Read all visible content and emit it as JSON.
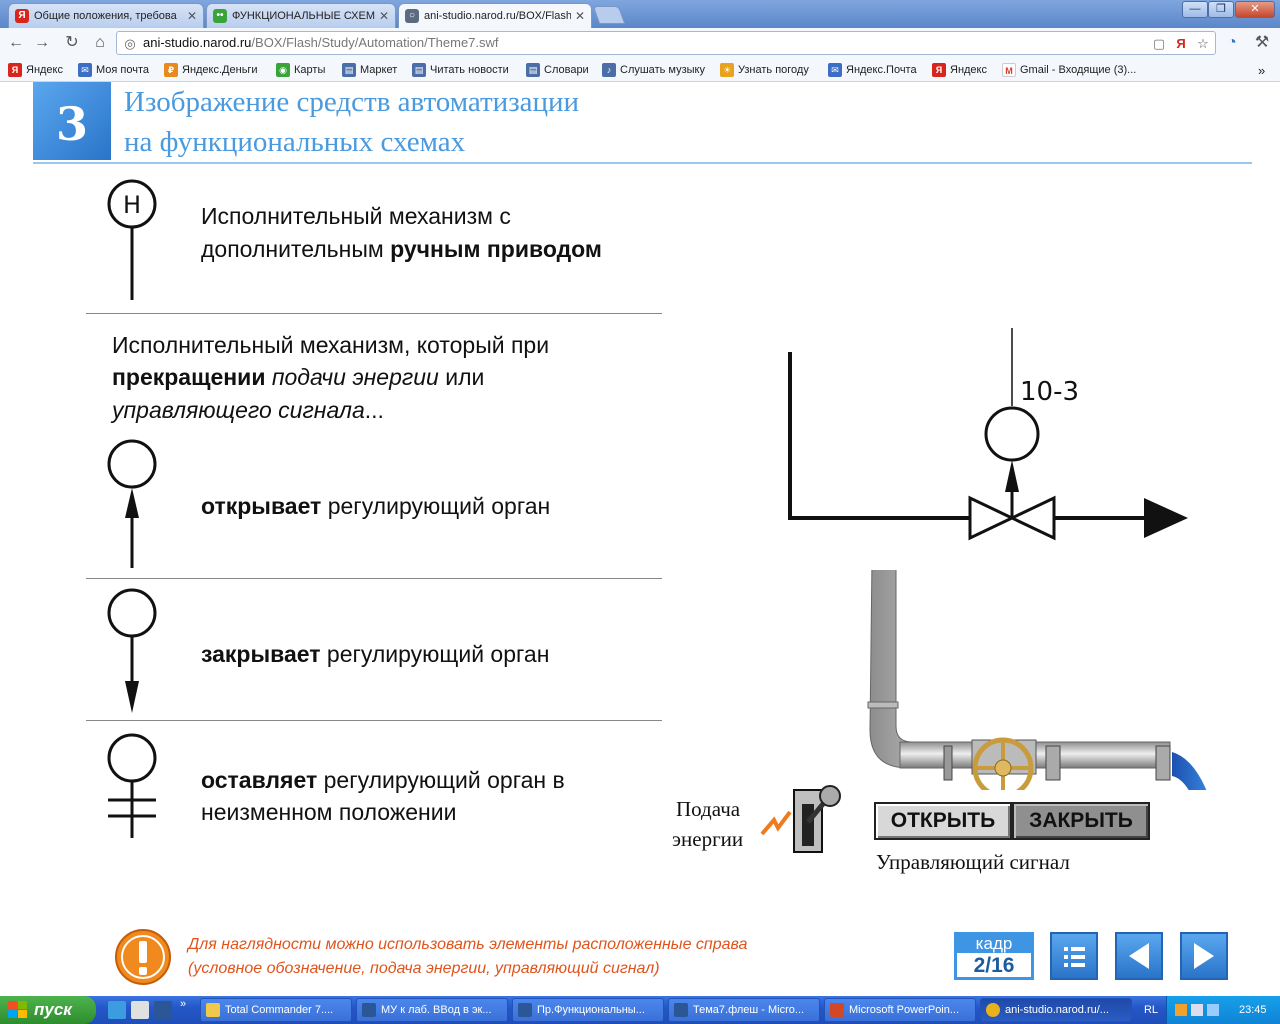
{
  "browser": {
    "tabs": [
      {
        "title": "Общие положения, требова",
        "fav": "Я",
        "favcolor": "#d9261c"
      },
      {
        "title": "ФУНКЦИОНАЛЬНЫЕ СХЕМЫ С",
        "fav": "••",
        "favcolor": "#3aa33a"
      },
      {
        "title": "ani-studio.narod.ru/BOX/Flash",
        "fav": "○",
        "favcolor": "#5d6b80"
      }
    ],
    "window_controls": {
      "minimize": "—",
      "maximize": "❐",
      "close": "✕"
    },
    "url_host": "ani-studio.narod.ru",
    "url_path": "/BOX/Flash/Study/Automation/Theme7.swf",
    "bookmarks": [
      {
        "label": "Яндекс",
        "icon": "yandex-icon",
        "color": "#d9261c",
        "g": "Я"
      },
      {
        "label": "Моя почта",
        "icon": "mail-icon",
        "color": "#3c6fc4",
        "g": "✉"
      },
      {
        "label": "Яндекс.Деньги",
        "icon": "money-icon",
        "color": "#e88a1e",
        "g": "₽"
      },
      {
        "label": "Карты",
        "icon": "maps-icon",
        "color": "#3aa33a",
        "g": "◉"
      },
      {
        "label": "Маркет",
        "icon": "market-icon",
        "color": "#4c6ea8",
        "g": "▤"
      },
      {
        "label": "Читать новости",
        "icon": "news-icon",
        "color": "#4c6ea8",
        "g": "▤"
      },
      {
        "label": "Словари",
        "icon": "dictionary-icon",
        "color": "#4c6ea8",
        "g": "▤"
      },
      {
        "label": "Слушать музыку",
        "icon": "music-icon",
        "color": "#4c6ea8",
        "g": "♪"
      },
      {
        "label": "Узнать погоду",
        "icon": "weather-icon",
        "color": "#e8a21e",
        "g": "☀"
      },
      {
        "label": "Яндекс.Почта",
        "icon": "yandex-mail-icon",
        "color": "#3c6fc4",
        "g": "✉"
      },
      {
        "label": "Яндекс",
        "icon": "yandex-icon",
        "color": "#d9261c",
        "g": "Я"
      },
      {
        "label": "Gmail - Входящие (3)...",
        "icon": "gmail-icon",
        "color": "#d93a2b",
        "g": "M"
      }
    ]
  },
  "slide": {
    "number": "3",
    "title_line1": "Изображение средств автоматизации",
    "title_line2": "на функциональных схемах",
    "manual_symbol_letter": "Н",
    "manual_line1": "Исполнительный механизм с",
    "manual_line2_prefix": "дополнительным ",
    "manual_line2_bold": "ручным приводом",
    "intro_line1": "Исполнительный механизм, который при",
    "intro_line2_bold": "прекращении",
    "intro_line2_italic": " подачи энергии",
    "intro_line2_rest": " или",
    "intro_line3_italic": "управляющего сигнала",
    "intro_line3_rest": "...",
    "opens_bold": "открывает",
    "opens_rest": " регулирующий орган",
    "closes_bold": "закрывает",
    "closes_rest": " регулирующий орган",
    "keeps_bold": "оставляет",
    "keeps_rest": " регулирующий орган в",
    "keeps_line2": "неизменном положении",
    "scheme_label": "10-3",
    "energy_label_1": "Подача",
    "energy_label_2": "энергии",
    "btn_open": "ОТКРЫТЬ",
    "btn_close": "ЗАКРЫТЬ",
    "control_signal_label": "Управляющий сигнал",
    "note_line1": "Для наглядности можно использовать элементы расположенные справа",
    "note_line2": "(условное обозначение, подача энергии, управляющий сигнал)",
    "frame_label": "кадр",
    "frame_value": "2/16",
    "accent_color": "#4a9ae0",
    "note_color": "#e0541c"
  },
  "taskbar": {
    "start": "пуск",
    "tasks": [
      "Total Commander 7....",
      "МУ к лаб. ВВод в эк...",
      "Пр.Функциональны...",
      "Тема7.флеш - Micro...",
      "Microsoft PowerPoin...",
      "ani-studio.narod.ru/..."
    ],
    "lang": "RL",
    "time": "23:45"
  }
}
